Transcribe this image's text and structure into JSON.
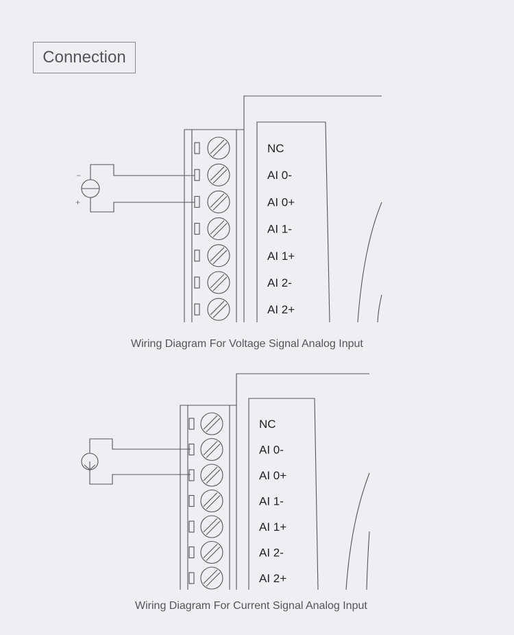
{
  "title": "Connection",
  "diagrams": [
    {
      "caption": "Wiring Diagram For Voltage Signal Analog Input",
      "source_type": "voltage",
      "polarity": {
        "minus": "−",
        "plus": "+"
      },
      "terminals": [
        "NC",
        "AI 0-",
        "AI 0+",
        "AI 1-",
        "AI 1+",
        "AI 2-",
        "AI 2+"
      ]
    },
    {
      "caption": "Wiring Diagram For Current Signal Analog Input",
      "source_type": "current",
      "terminals": [
        "NC",
        "AI 0-",
        "AI 0+",
        "AI 1-",
        "AI 1+",
        "AI 2-",
        "AI 2+"
      ]
    }
  ]
}
